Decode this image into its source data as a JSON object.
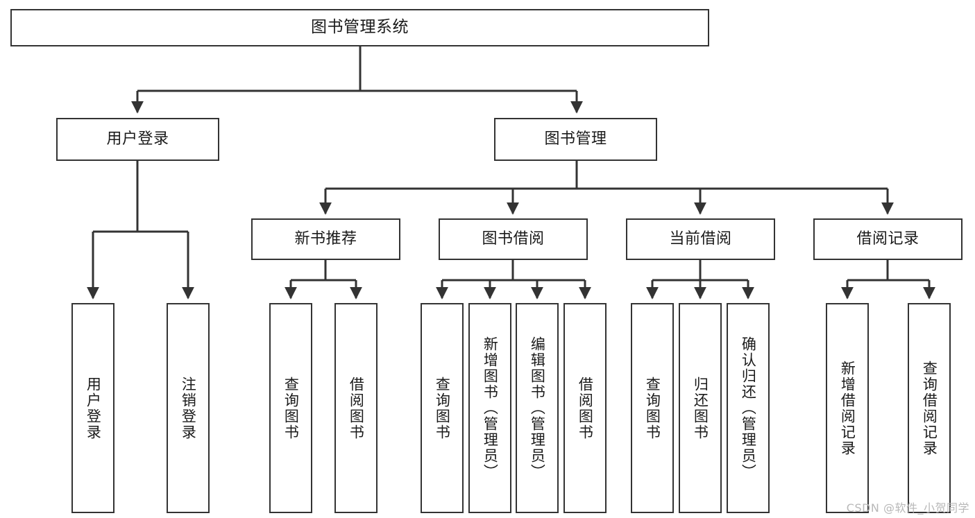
{
  "diagram": {
    "title": "图书管理系统",
    "type": "tree-hierarchy",
    "watermark": "CSDN @软件_小贺同学",
    "accent_color": "#333333",
    "background_color": "#ffffff"
  },
  "root": {
    "label": "图书管理系统"
  },
  "level2": [
    {
      "label": "用户登录"
    },
    {
      "label": "图书管理"
    }
  ],
  "level3": [
    {
      "label": "新书推荐"
    },
    {
      "label": "图书借阅"
    },
    {
      "label": "当前借阅"
    },
    {
      "label": "借阅记录"
    }
  ],
  "leaves": {
    "user_login": [
      {
        "label": "用户登录"
      },
      {
        "label": "注销登录"
      }
    ],
    "new_book_recommend": [
      {
        "label": "查询图书"
      },
      {
        "label": "借阅图书"
      }
    ],
    "book_borrow": [
      {
        "label": "查询图书"
      },
      {
        "label": "新增图书（管理员）"
      },
      {
        "label": "编辑图书（管理员）"
      },
      {
        "label": "借阅图书"
      }
    ],
    "current_borrow": [
      {
        "label": "查询图书"
      },
      {
        "label": "归还图书"
      },
      {
        "label": "确认归还（管理员）"
      }
    ],
    "borrow_record": [
      {
        "label": "新增借阅记录"
      },
      {
        "label": "查询借阅记录"
      }
    ]
  }
}
